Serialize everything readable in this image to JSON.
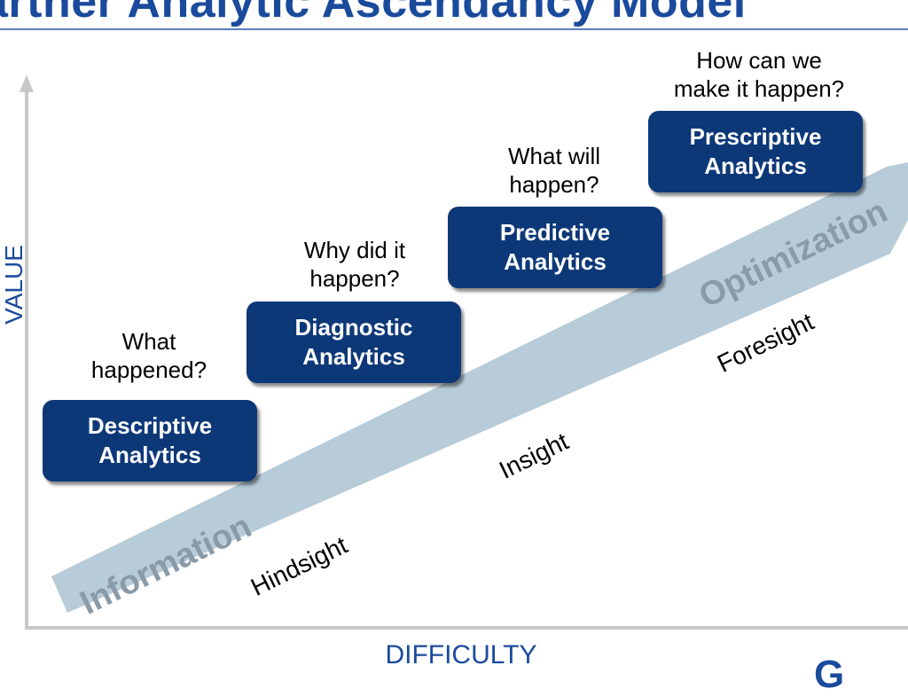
{
  "title": "artner Analytic Ascendancy Model",
  "axes": {
    "y_label": "VALUE",
    "x_label": "DIFFICULTY"
  },
  "band": {
    "start_label": "Information",
    "end_label": "Optimization"
  },
  "sights": {
    "hindsight": "Hindsight",
    "insight": "Insight",
    "foresight": "Foresight"
  },
  "stages": [
    {
      "line1": "Descriptive",
      "line2": "Analytics",
      "q1": "What",
      "q2": "happened?"
    },
    {
      "line1": "Diagnostic",
      "line2": "Analytics",
      "q1": "Why did it",
      "q2": "happen?"
    },
    {
      "line1": "Predictive",
      "line2": "Analytics",
      "q1": "What will",
      "q2": "happen?"
    },
    {
      "line1": "Prescriptive",
      "line2": "Analytics",
      "q1": "How can we",
      "q2": "make it happen?"
    }
  ],
  "colors": {
    "box": "#0d3878",
    "band": "#b7cbd8",
    "accent": "#1a4a9c"
  },
  "logo_fragment": "G"
}
